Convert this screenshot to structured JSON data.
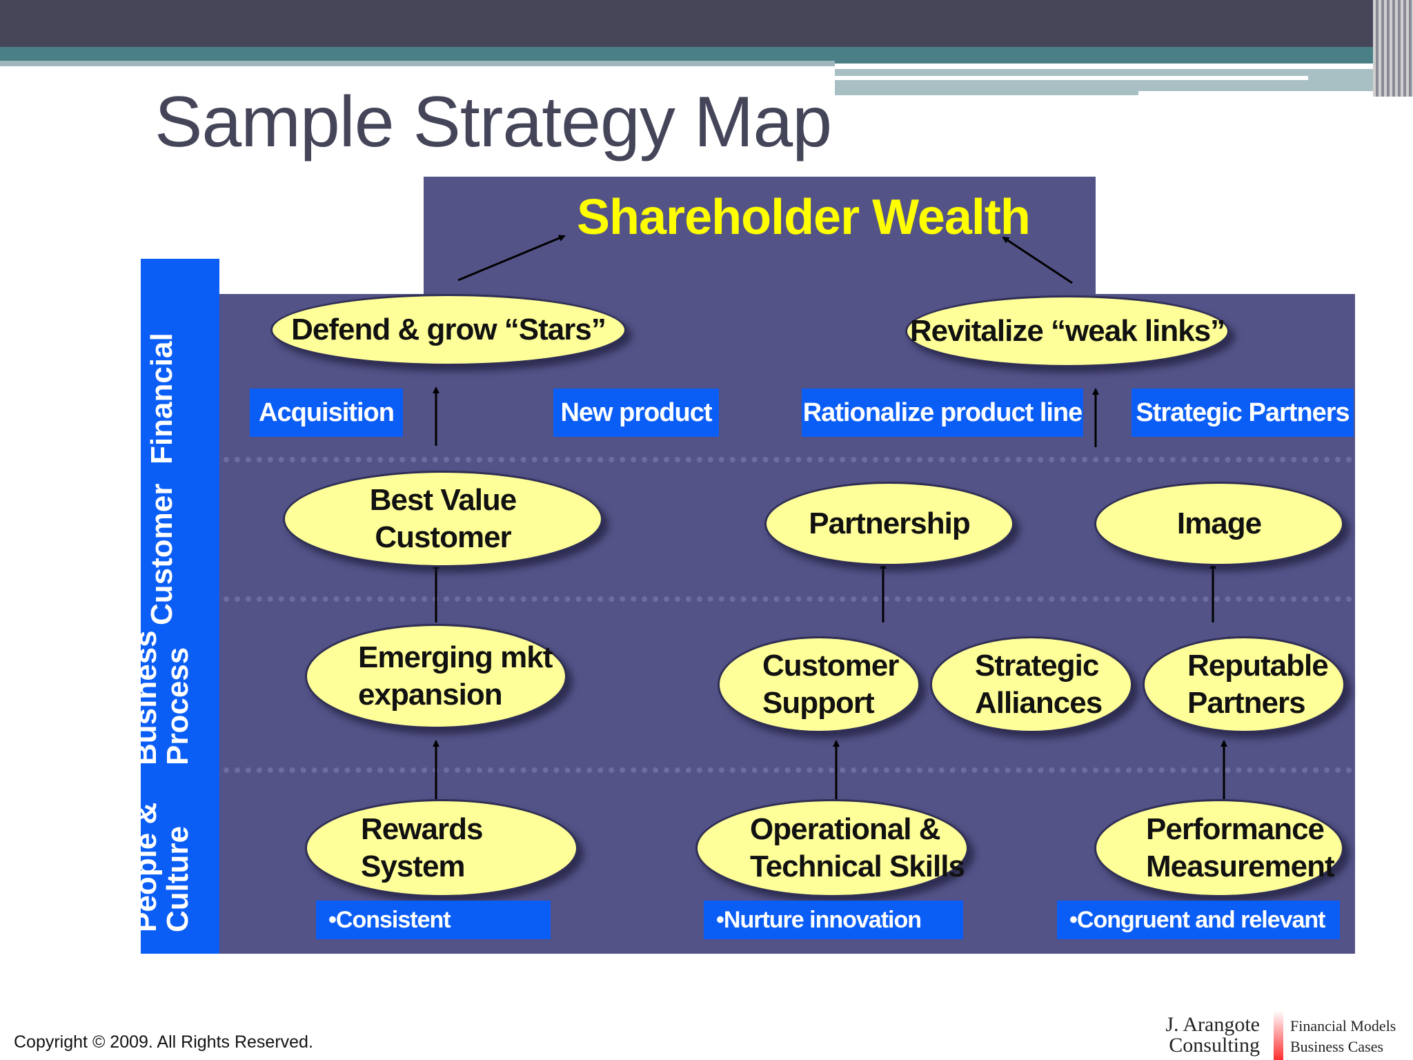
{
  "slide": {
    "title": "Sample Strategy Map",
    "top_objective": "Shareholder Wealth",
    "perspectives": [
      "Financial",
      "Customer",
      "Business Process",
      "People & Culture"
    ],
    "financial": {
      "objectives": [
        "Defend & grow “Stars”",
        "Revitalize “weak links”"
      ],
      "initiatives": [
        "Acquisition",
        "New product",
        "Rationalize product line",
        "Strategic Partners"
      ]
    },
    "customer": {
      "objectives": [
        "Best Value\n Customer",
        "Partnership",
        "Image"
      ]
    },
    "business_process": {
      "objectives": [
        "Emerging mkt\nexpansion",
        "Customer\nSupport",
        "Strategic\nAlliances",
        "Reputable\nPartners"
      ]
    },
    "people_culture": {
      "objectives": [
        "Rewards\nSystem",
        "Operational &\nTechnical Skills",
        "Performance\nMeasurement"
      ],
      "notes": [
        "•Consistent",
        "•Nurture innovation",
        "•Congruent and relevant"
      ]
    }
  },
  "footer": {
    "copyright": "Copyright © 2009.  All Rights Reserved.",
    "logo_name_1": "J. Arangote",
    "logo_name_2": "Consulting",
    "logo_tag_1": "Financial Models",
    "logo_tag_2": "Business Cases"
  },
  "colors": {
    "panel": "#545388",
    "band": "#0b5ef5",
    "ellipse": "#ffff99",
    "headline": "#ffff00"
  }
}
